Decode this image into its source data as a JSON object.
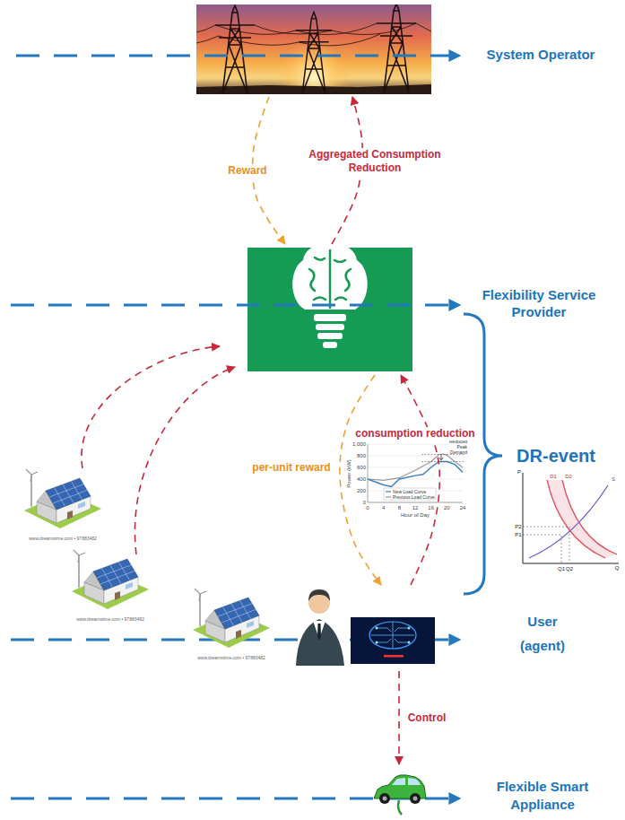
{
  "diagram": {
    "nodes": [
      {
        "text": [
          "System Operator"
        ]
      },
      {
        "text": [
          "Flexibility Service Provider"
        ]
      },
      {
        "text": [
          "User (agent)"
        ]
      },
      {
        "text": [
          "Flexible Smart Appliance"
        ]
      }
    ],
    "edges": [
      {
        "from": 0,
        "to": 1,
        "label": "Reward",
        "arrow": "to"
      },
      {
        "from": 1,
        "to": 0,
        "label": "Aggregated Consumption Reduction",
        "arrow": "to"
      },
      {
        "from": 1,
        "to": 2,
        "label": "per-unit reward",
        "arrow": "to"
      },
      {
        "from": 2,
        "to": 1,
        "label": "consumption reduction",
        "arrow": "to"
      },
      {
        "from": 2,
        "to": 3,
        "label": "Control",
        "arrow": "to"
      }
    ],
    "labels": [
      "DR-event",
      "Reduced Peak Demand",
      "New Load Curve",
      "Previous Load Curve",
      "1,000",
      "800",
      "600",
      "400",
      "200",
      "0",
      "0",
      "4",
      "8",
      "12",
      "16",
      "20",
      "24",
      "Hour of Day",
      "Power (kW)",
      "P",
      "D1",
      "D2",
      "S",
      "P2",
      "P1",
      "Q1",
      "Q2",
      "Q",
      "www.dreamstime.com • 97883482",
      "www.dreamstime.com • 97883482",
      "www.dreamstime.com • 97883482"
    ]
  }
}
